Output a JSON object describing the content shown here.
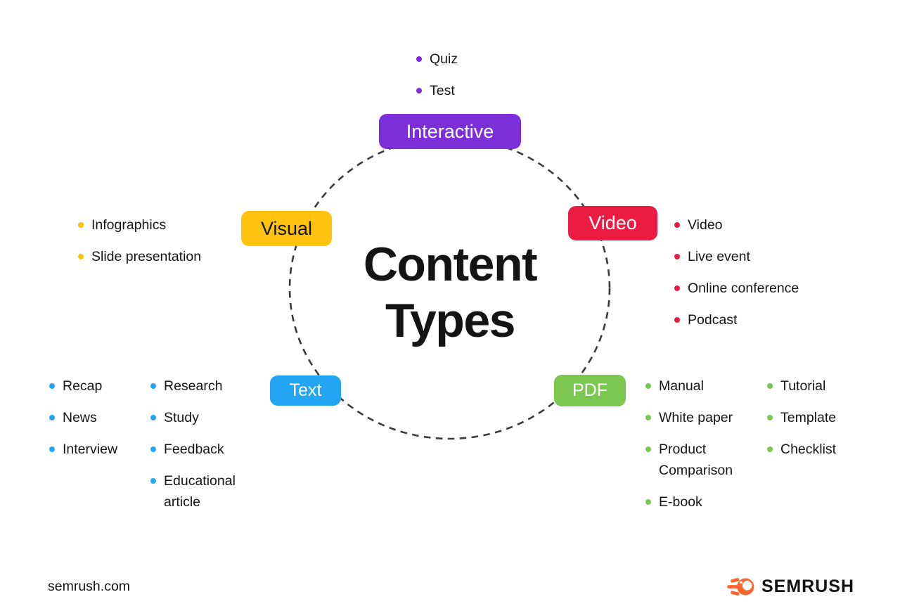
{
  "title": {
    "line1": "Content",
    "line2": "Types"
  },
  "colors": {
    "interactive": "#7C2ED9",
    "visual": "#FFC20E",
    "video": "#EB1B42",
    "text": "#24A5F3",
    "pdf": "#7CC750",
    "ink": "#141414",
    "dash": "#3A3A42",
    "logo_orange": "#FF642D"
  },
  "categories": [
    {
      "id": "interactive",
      "label": "Interactive",
      "color": "#7C2ED9",
      "columns": [
        [
          "Quiz",
          "Test"
        ]
      ]
    },
    {
      "id": "visual",
      "label": "Visual",
      "color": "#FFC20E",
      "columns": [
        [
          "Infographics",
          "Slide presentation"
        ]
      ]
    },
    {
      "id": "video",
      "label": "Video",
      "color": "#EB1B42",
      "columns": [
        [
          "Video",
          "Live event",
          "Online conference",
          "Podcast"
        ]
      ]
    },
    {
      "id": "text",
      "label": "Text",
      "color": "#24A5F3",
      "columns": [
        [
          "Recap",
          "News",
          "Interview"
        ],
        [
          "Research",
          "Study",
          "Feedback",
          "Educational article"
        ]
      ]
    },
    {
      "id": "pdf",
      "label": "PDF",
      "color": "#7CC750",
      "columns": [
        [
          "Manual",
          "White paper",
          "Product Comparison",
          "E-book"
        ],
        [
          "Tutorial",
          "Template",
          "Checklist"
        ]
      ]
    }
  ],
  "footer": {
    "website": "semrush.com",
    "logo_text": "SEMRUSH",
    "logo_icon": "semrush-flame-icon"
  }
}
